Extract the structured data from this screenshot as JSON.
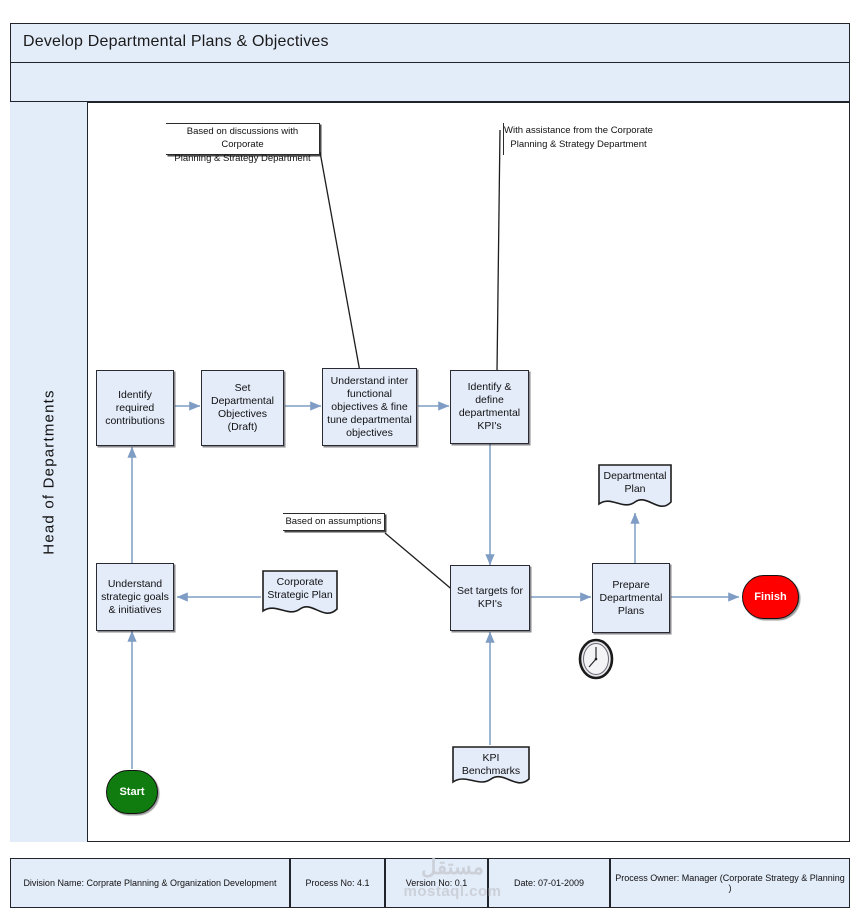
{
  "header": {
    "title": "Develop Departmental Plans  & Objectives",
    "subtitle": ""
  },
  "swimlane": {
    "label": "Head of Departments"
  },
  "colors": {
    "header_fill": "#e3ecf9",
    "process_fill": "#e4ecfa",
    "process_stroke": "#2a2a33",
    "connector": "#7f9dc4",
    "start_fill": "#107c10",
    "finish_fill": "#fe0000",
    "annotation_stroke": "#2b2b2b"
  },
  "nodes": [
    {
      "id": "start",
      "type": "terminator",
      "label": "Start"
    },
    {
      "id": "understand_goals",
      "type": "process",
      "label": "Understand strategic goals & initiatives"
    },
    {
      "id": "identify_contributions",
      "type": "process",
      "label": "Identify required contributions"
    },
    {
      "id": "set_objectives",
      "type": "process",
      "label": "Set Departmental Objectives (Draft)"
    },
    {
      "id": "understand_inter",
      "type": "process",
      "label": "Understand inter functional objectives & fine tune departmental objectives"
    },
    {
      "id": "identify_kpis",
      "type": "process",
      "label": "Identify & define departmental KPI's"
    },
    {
      "id": "set_targets",
      "type": "process",
      "label": "Set targets for KPI's"
    },
    {
      "id": "prepare_plans",
      "type": "process",
      "label": "Prepare Departmental Plans"
    },
    {
      "id": "finish",
      "type": "terminator",
      "label": "Finish"
    }
  ],
  "documents": [
    {
      "id": "corporate_strategic_plan",
      "label": "Corporate Strategic Plan"
    },
    {
      "id": "kpi_benchmarks",
      "label": "KPI Benchmarks"
    },
    {
      "id": "departmental_plan",
      "label": "Departmental Plan"
    }
  ],
  "annotations": [
    {
      "id": "note_discussions",
      "line1": "Based on discussions with Corporate",
      "line2": "Planning & Strategy Department"
    },
    {
      "id": "note_assistance",
      "line1": "With assistance from the Corporate",
      "line2": "Planning & Strategy Department"
    },
    {
      "id": "note_assumptions",
      "line1": "Based on assumptions",
      "line2": ""
    }
  ],
  "icons": {
    "clock": "clock-icon"
  },
  "footer": {
    "cells": [
      {
        "id": "division-name",
        "text": "Division  Name: Corprate Planning & Organization Development"
      },
      {
        "id": "process-no",
        "text": "Process No: 4.1"
      },
      {
        "id": "version-no",
        "text": "Version No: 0.1"
      },
      {
        "id": "date",
        "text": "Date: 07-01-2009"
      },
      {
        "id": "process-owner",
        "text": "Process Owner: Manager (Corporate Strategy & Planning )"
      }
    ]
  },
  "watermark": {
    "line1": "مستقل",
    "line2": "mostaql.com"
  }
}
